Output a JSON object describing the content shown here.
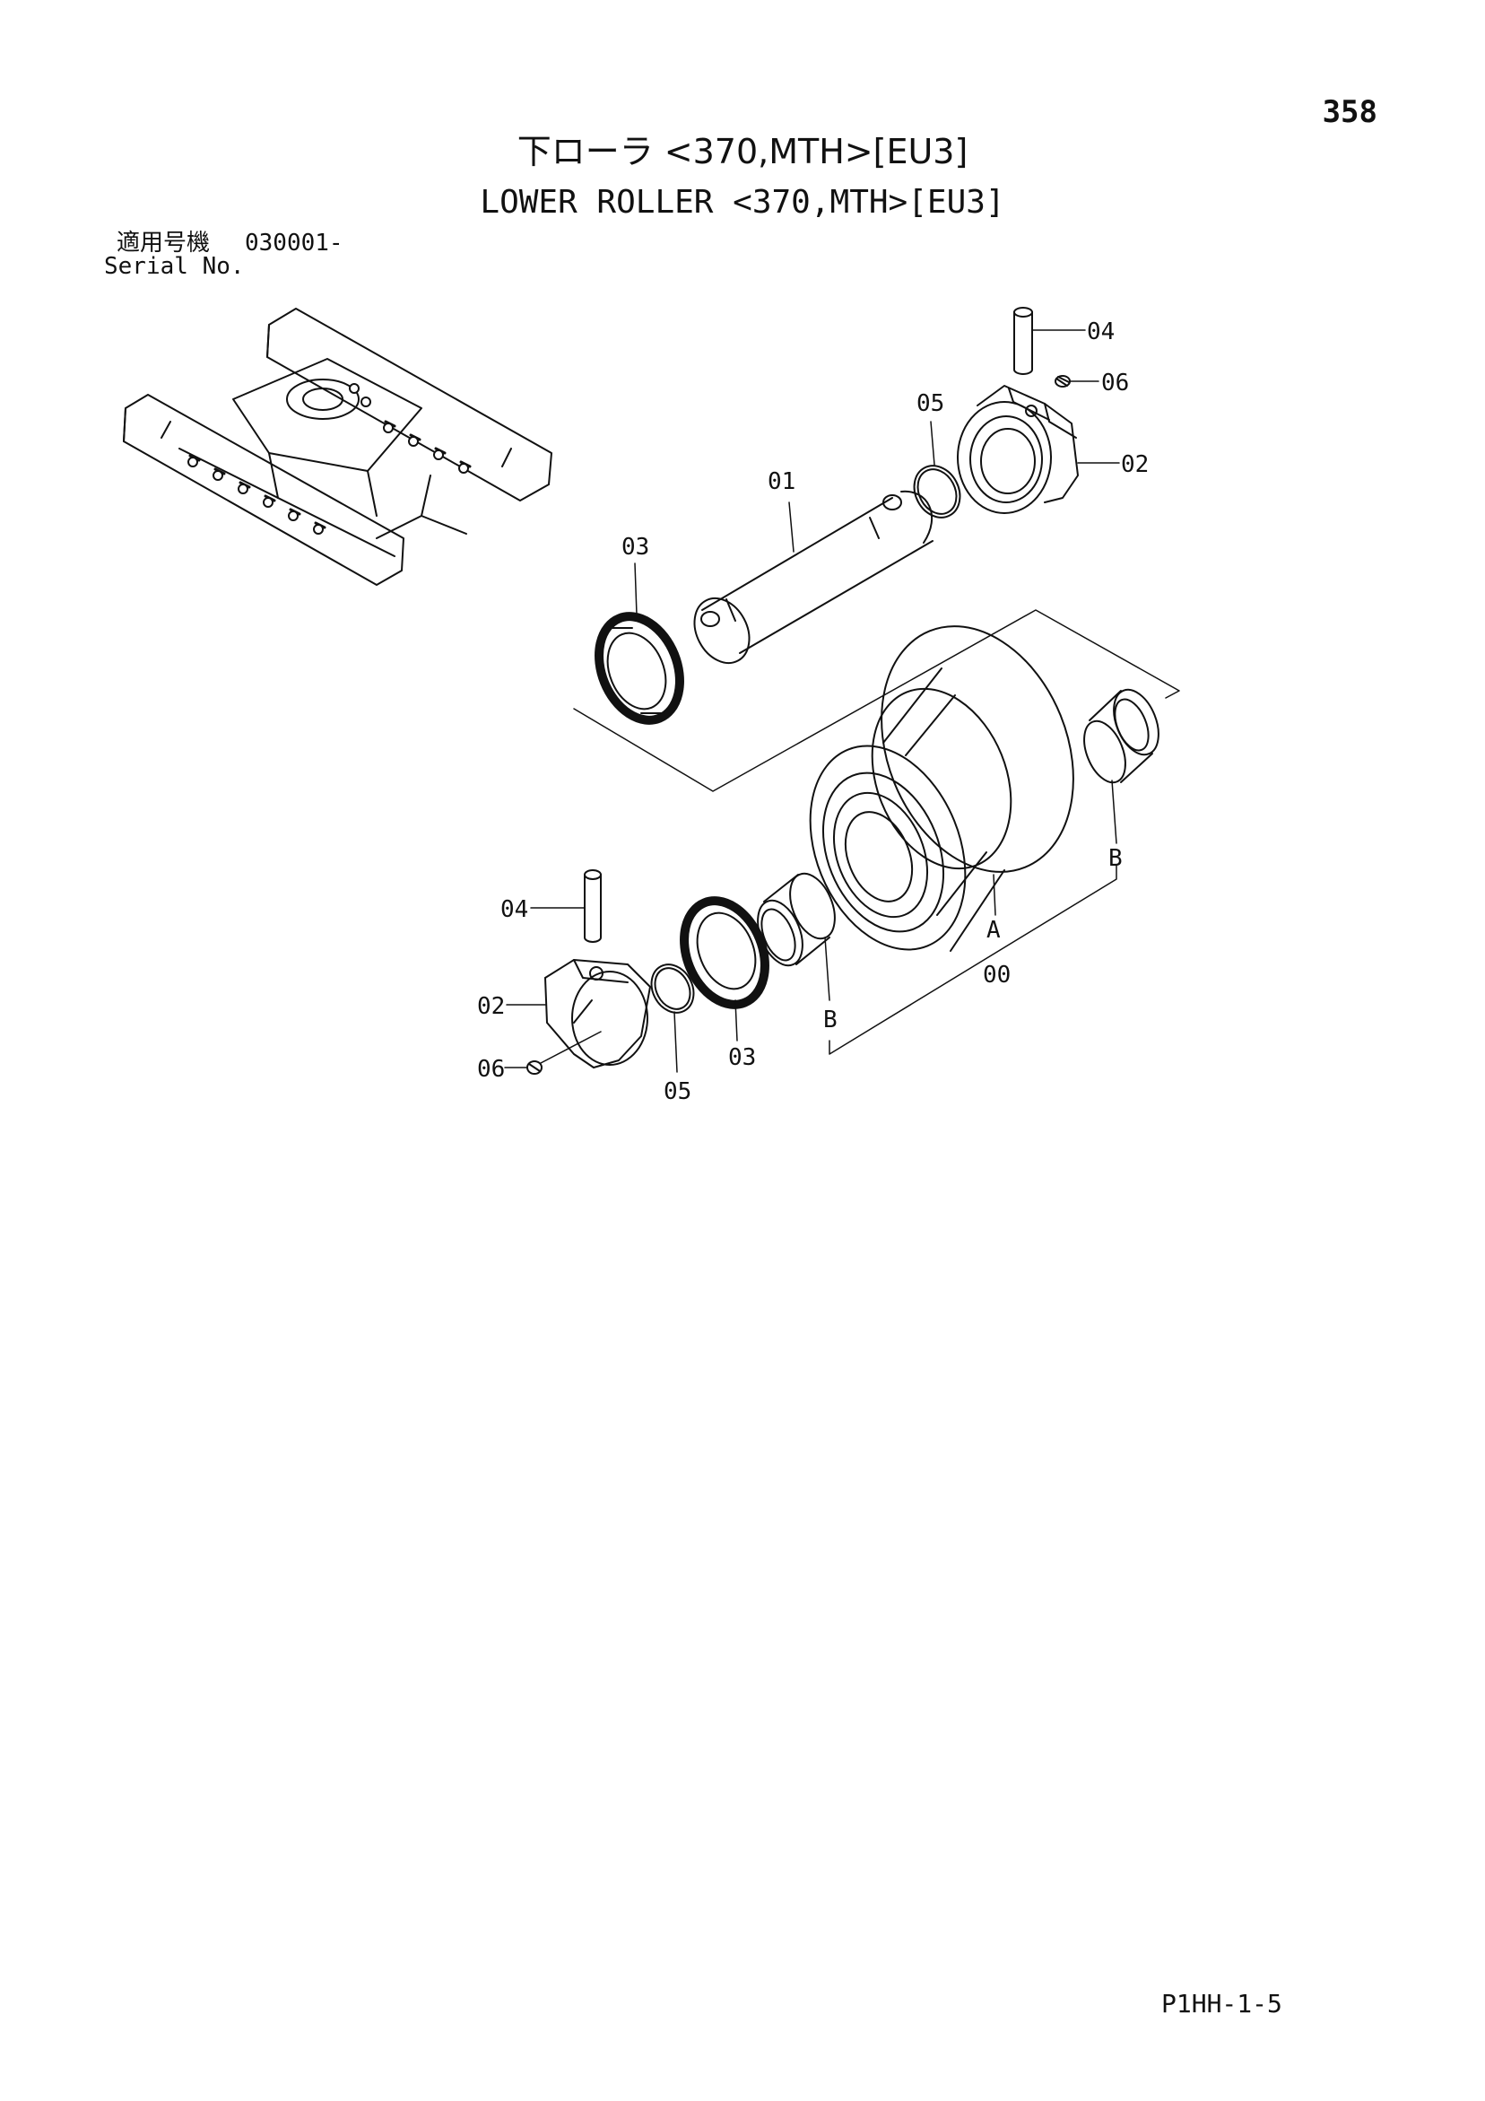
{
  "page_number": "358",
  "title_jp": "下ローラ <370,MTH>[EU3]",
  "title_en": "LOWER ROLLER <370,MTH>[EU3]",
  "serial": {
    "label_jp": "適用号機",
    "label_en": "Serial No.",
    "value": "030001-"
  },
  "callouts": {
    "top_pin": "04",
    "top_plug": "06",
    "top_oring": "05",
    "top_collar": "02",
    "shaft": "01",
    "top_seal": "03",
    "bottom_pin": "04",
    "bottom_collar": "02",
    "bottom_plug": "06",
    "bottom_oring": "05",
    "bottom_seal": "03",
    "bushing_left": "B",
    "bushing_right": "B",
    "roller": "A",
    "assembly": "00"
  },
  "footer_code": "P1HH-1-5"
}
